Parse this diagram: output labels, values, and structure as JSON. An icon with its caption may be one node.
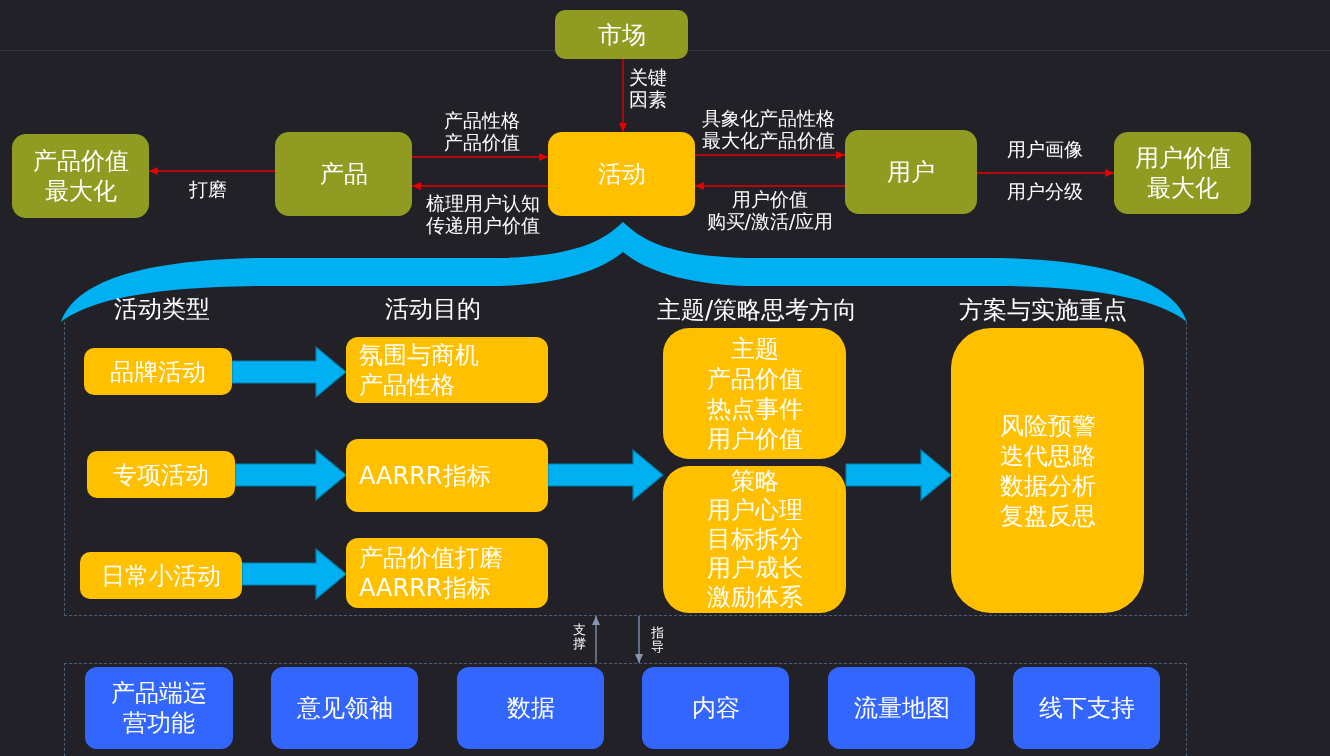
{
  "diagram": {
    "nodes": [
      {
        "text": [
          "市场"
        ]
      },
      {
        "text": [
          "产品价值最大化"
        ]
      },
      {
        "text": [
          "产品"
        ]
      },
      {
        "text": [
          "活动"
        ]
      },
      {
        "text": [
          "用户"
        ]
      },
      {
        "text": [
          "用户价值最大化"
        ]
      },
      {
        "text": [],
        "shape": "box"
      },
      {
        "text": [
          "品牌活动"
        ],
        "in": 6
      },
      {
        "text": [
          "氛围与商机",
          "产品性格"
        ],
        "in": 6
      },
      {
        "text": [
          "专项活动"
        ],
        "in": 6
      },
      {
        "text": [
          "AARRR指标"
        ],
        "in": 6
      },
      {
        "text": [
          "日常小活动"
        ],
        "in": 6
      },
      {
        "text": [
          "产品价值打磨",
          "AARRR指标"
        ],
        "in": 6
      },
      {
        "text": [
          "主题",
          "产品价值",
          "热点事件",
          "用户价值"
        ],
        "in": 6
      },
      {
        "text": [
          "策略",
          "用户心理",
          "目标拆分",
          "用户成长",
          "激励体系"
        ],
        "in": 6
      },
      {
        "text": [
          "风险预警",
          "迭代思路",
          "数据分析",
          "复盘反思"
        ],
        "in": 6
      },
      {
        "text": [],
        "shape": "box"
      },
      {
        "text": [
          "产品端运营功能"
        ],
        "in": 16
      },
      {
        "text": [
          "意见领袖"
        ],
        "in": 16
      },
      {
        "text": [
          "数据"
        ],
        "in": 16
      },
      {
        "text": [
          "内容"
        ],
        "in": 16
      },
      {
        "text": [
          "流量地图"
        ],
        "in": 16
      },
      {
        "text": [
          "线下支持"
        ],
        "in": 16
      }
    ],
    "edges": [
      {
        "from": 0,
        "to": 3,
        "arrow": "to",
        "label": "关键因素"
      },
      {
        "from": 2,
        "to": 1,
        "arrow": "to",
        "label": "打磨"
      },
      {
        "from": 2,
        "to": 3,
        "arrow": "to",
        "label": "产品性格产品价值"
      },
      {
        "from": 3,
        "to": 2,
        "arrow": "to",
        "label": "梳理用户认知传递用户价值"
      },
      {
        "from": 3,
        "to": 4,
        "arrow": "to",
        "label": "具象化产品性格最大化产品价值"
      },
      {
        "from": 4,
        "to": 3,
        "arrow": "to",
        "label": "用户价值购买/激活/应用"
      },
      {
        "from": 4,
        "to": 5,
        "arrow": "to",
        "label": "用户画像"
      },
      {
        "from": 7,
        "to": 8,
        "arrow": "to",
        "style": "thick",
        "color": "#00b0f0"
      },
      {
        "from": 9,
        "to": 10,
        "arrow": "to",
        "style": "thick",
        "color": "#00b0f0"
      },
      {
        "from": 11,
        "to": 12,
        "arrow": "to",
        "style": "thick",
        "color": "#00b0f0"
      },
      {
        "from": 10,
        "to": 14,
        "arrow": "to",
        "style": "thick",
        "color": "#00b0f0"
      },
      {
        "from": 14,
        "to": 15,
        "arrow": "to",
        "style": "thick",
        "color": "#00b0f0"
      },
      {
        "from": 16,
        "to": 6,
        "arrow": "to",
        "label": "支撑",
        "color": "#8497b0"
      },
      {
        "from": 6,
        "to": 16,
        "arrow": "to",
        "label": "指导",
        "color": "#8497b0"
      }
    ],
    "labels": [
      "用户分级",
      "活动类型",
      "活动目的",
      "主题/策略思考方向",
      "方案与实施重点"
    ]
  }
}
